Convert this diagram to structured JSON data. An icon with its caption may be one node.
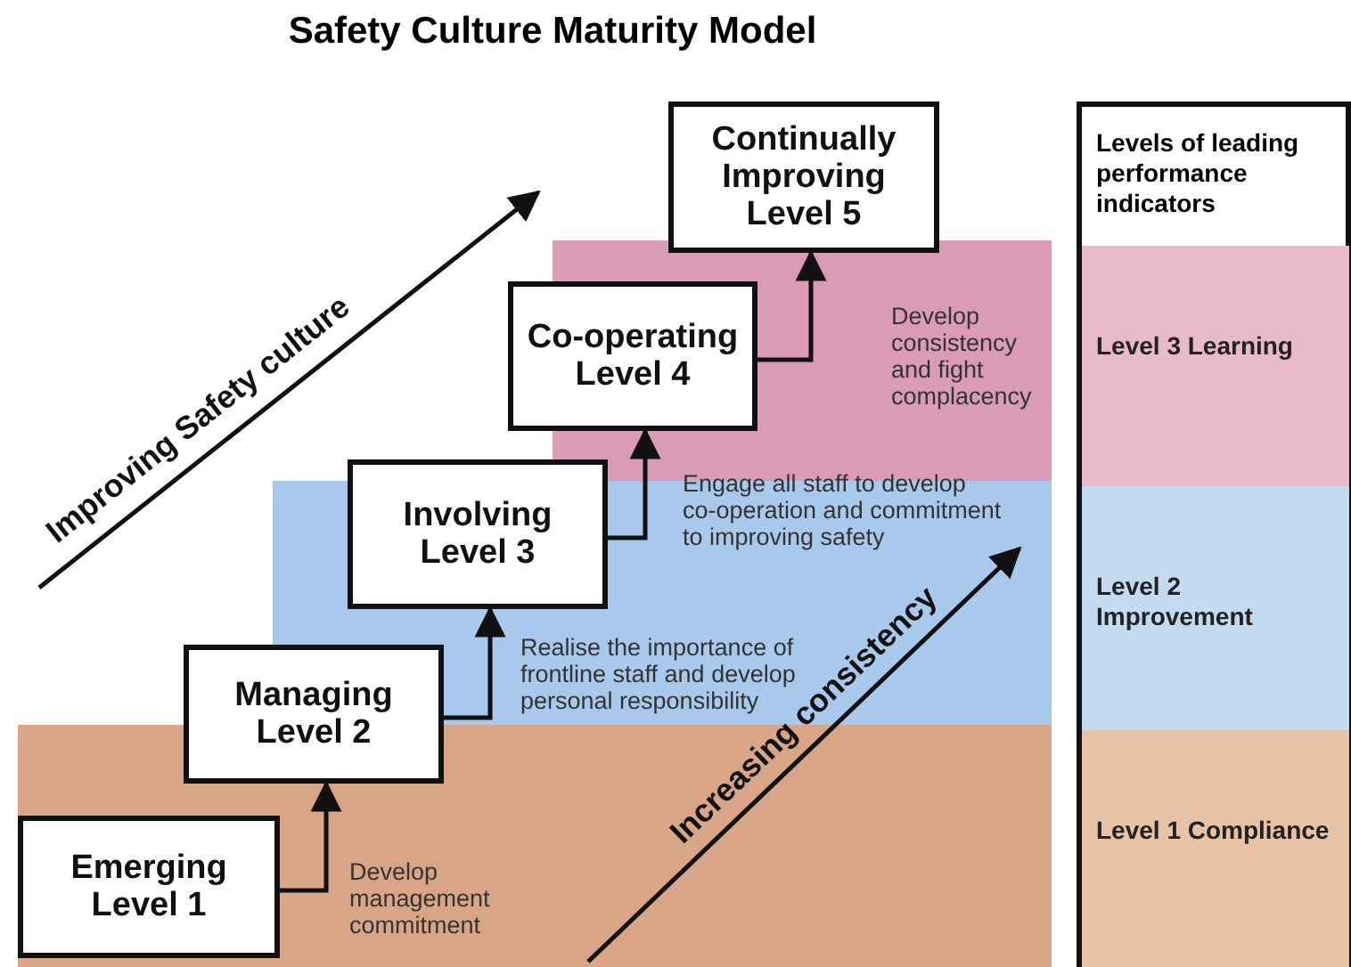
{
  "diagram": {
    "title": "Safety Culture Maturity Model",
    "nodes": [
      {
        "text": [
          "Emerging",
          "Level 1"
        ]
      },
      {
        "text": [
          "Managing",
          "Level 2"
        ]
      },
      {
        "text": [
          "Involving",
          "Level 3"
        ]
      },
      {
        "text": [
          "Co-operating",
          "Level 4"
        ]
      },
      {
        "text": [
          "Continually",
          "Improving",
          "Level 5"
        ]
      },
      {
        "text": [
          "Levels of leading performance indicators"
        ]
      },
      {
        "text": [
          "Level 3 Learning"
        ],
        "in": 5
      },
      {
        "text": [
          "Level 2 Improvement"
        ],
        "in": 5
      },
      {
        "text": [
          "Level 1 Compliance"
        ],
        "in": 5
      }
    ],
    "edges": [
      {
        "from": 0,
        "to": 1,
        "arrow": "to",
        "label": "Develop management commitment"
      },
      {
        "from": 1,
        "to": 2,
        "arrow": "to",
        "label": "Realise the importance of frontline staff and develop personal responsibility"
      },
      {
        "from": 2,
        "to": 3,
        "arrow": "to",
        "label": "Engage all staff to develop co-operation and commitment to improving safety"
      },
      {
        "from": 3,
        "to": 4,
        "arrow": "to",
        "label": "Develop consistency and fight complacency"
      }
    ],
    "labels": [
      "Improving Safety culture",
      "Increasing consistency"
    ]
  }
}
